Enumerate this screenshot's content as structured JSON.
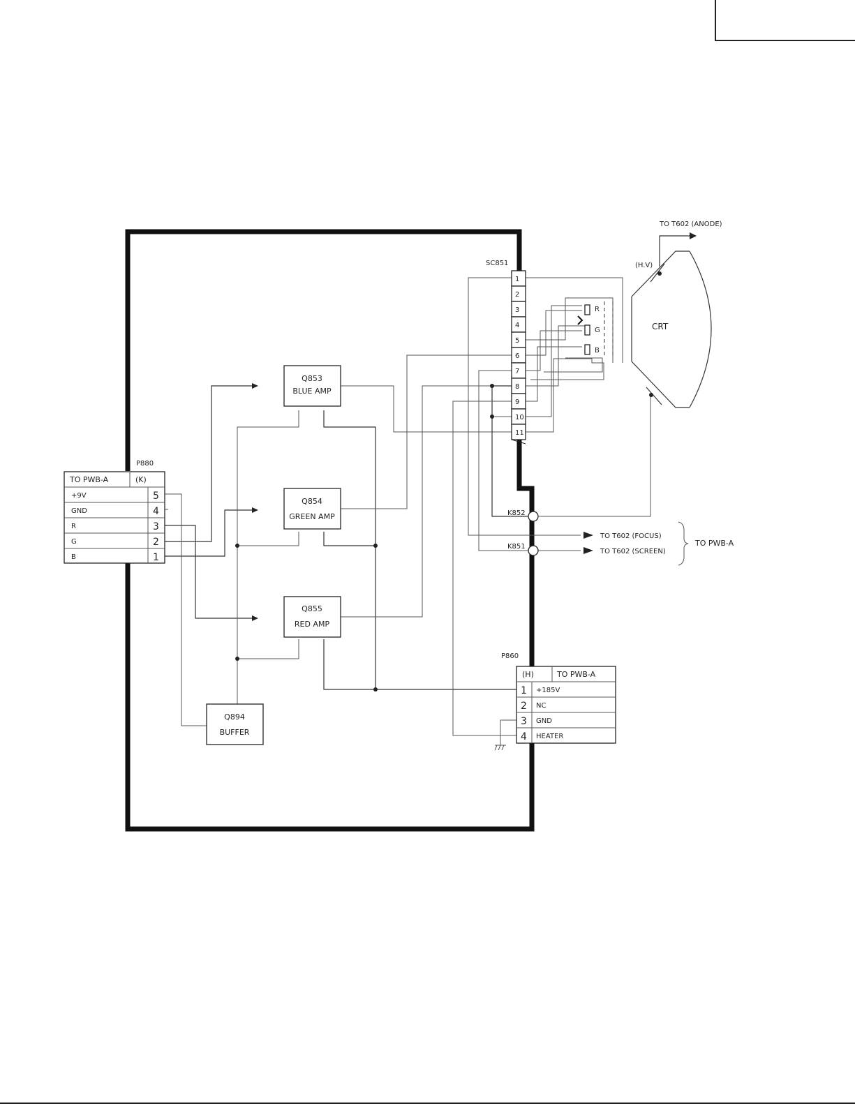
{
  "page": {
    "corner_box": ""
  },
  "blocks": {
    "q853": {
      "ref": "Q853",
      "name": "BLUE AMP"
    },
    "q854": {
      "ref": "Q854",
      "name": "GREEN AMP"
    },
    "q855": {
      "ref": "Q855",
      "name": "RED AMP"
    },
    "q894": {
      "ref": "Q894",
      "name": "BUFFER"
    }
  },
  "p880": {
    "ref": "P880",
    "header_dest": "TO PWB-A",
    "header_code": "(K)",
    "rows": [
      {
        "signal": "+9V",
        "pin": "5"
      },
      {
        "signal": "GND",
        "pin": "4"
      },
      {
        "signal": "R",
        "pin": "3"
      },
      {
        "signal": "G",
        "pin": "2"
      },
      {
        "signal": "B",
        "pin": "1"
      }
    ]
  },
  "p860": {
    "ref": "P860",
    "header_code": "(H)",
    "header_dest": "TO PWB-A",
    "rows": [
      {
        "pin": "1",
        "signal": "+185V"
      },
      {
        "pin": "2",
        "signal": "NC"
      },
      {
        "pin": "3",
        "signal": "GND"
      },
      {
        "pin": "4",
        "signal": "HEATER"
      }
    ]
  },
  "sc851": {
    "ref": "SC851",
    "pins": [
      "1",
      "2",
      "3",
      "4",
      "5",
      "6",
      "7",
      "8",
      "9",
      "10",
      "11"
    ]
  },
  "crt": {
    "label": "CRT",
    "hv_label": "(H.V)",
    "anode_label": "TO T602 (ANODE)",
    "guns": [
      "R",
      "G",
      "B"
    ]
  },
  "terminals": {
    "k852": "K852",
    "k851": "K851",
    "focus": "TO T602 (FOCUS)",
    "screen": "TO T602 (SCREEN)",
    "to_pwb": "TO PWB-A"
  }
}
